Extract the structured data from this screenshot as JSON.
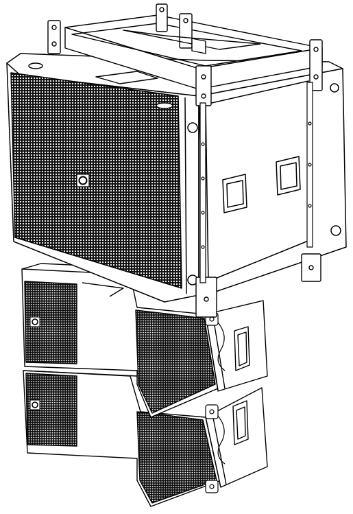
{
  "image": {
    "subject": "line-array-speaker-system-illustration",
    "style": "black-and-white line drawing",
    "colors": {
      "background": "#ffffff",
      "line": "#000000",
      "grille": "#111111",
      "logo_fill": "#ffffff"
    },
    "components": {
      "rigging_frame": "flying-frame",
      "subwoofer": "subwoofer-cabinet",
      "line_array_units": 2
    }
  }
}
